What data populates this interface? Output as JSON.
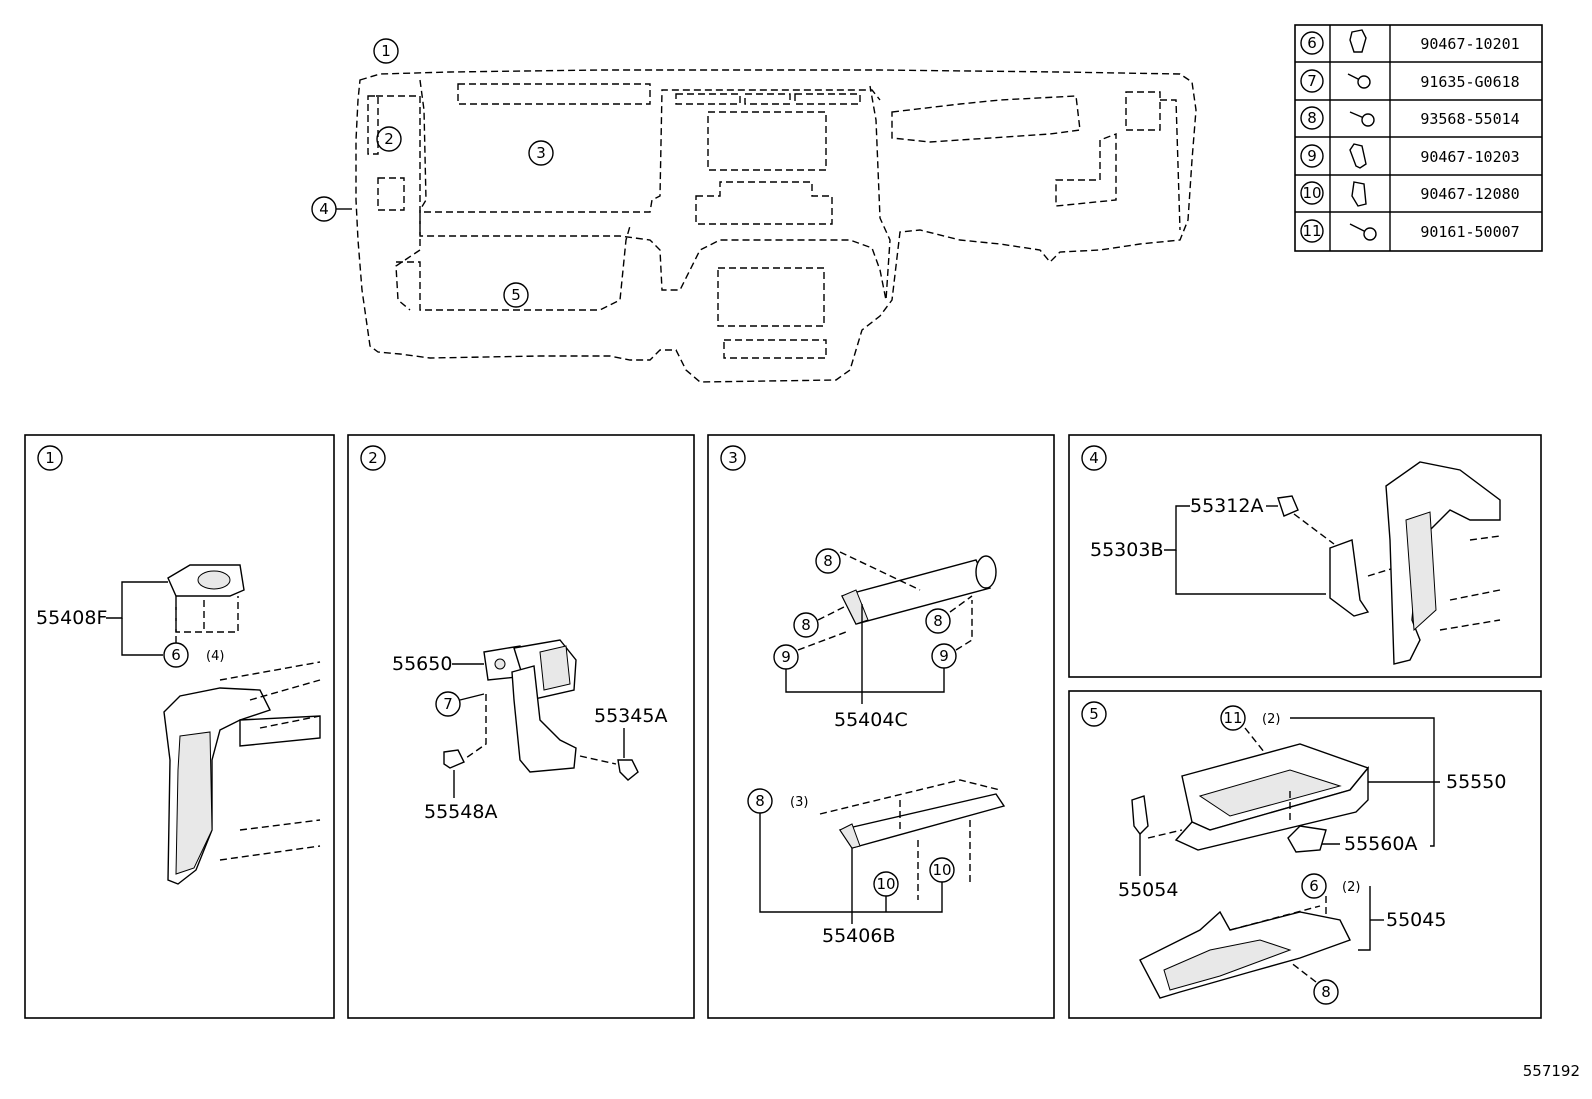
{
  "overview": {
    "callouts": [
      "1",
      "2",
      "3",
      "4",
      "5"
    ]
  },
  "fastener_table": [
    {
      "ref": "6",
      "part_no": "90467-10201",
      "icon": "clip-icon"
    },
    {
      "ref": "7",
      "part_no": "91635-G0618",
      "icon": "screw-icon"
    },
    {
      "ref": "8",
      "part_no": "93568-55014",
      "icon": "screw-icon"
    },
    {
      "ref": "9",
      "part_no": "90467-10203",
      "icon": "clip-icon"
    },
    {
      "ref": "10",
      "part_no": "90467-12080",
      "icon": "clip-icon"
    },
    {
      "ref": "11",
      "part_no": "90161-50007",
      "icon": "screw-icon"
    }
  ],
  "panels": [
    {
      "ref": "1",
      "labels": {
        "a": "55408F",
        "ref6": "6",
        "qty": "(4)"
      }
    },
    {
      "ref": "2",
      "labels": {
        "a": "55650",
        "b": "55345A",
        "c": "55548A",
        "ref7": "7"
      }
    },
    {
      "ref": "3",
      "labels": {
        "a": "55404C",
        "b": "55406B",
        "qty": "(3)",
        "r8": "8",
        "r9": "9",
        "r10": "10"
      }
    },
    {
      "ref": "4",
      "labels": {
        "a": "55312A",
        "b": "55303B"
      }
    },
    {
      "ref": "5",
      "labels": {
        "a": "55550",
        "b": "55560A",
        "c": "55054",
        "d": "55045",
        "qty": "(2)",
        "r11": "11",
        "r6": "6",
        "r8": "8"
      }
    }
  ],
  "figure_id": "557192"
}
